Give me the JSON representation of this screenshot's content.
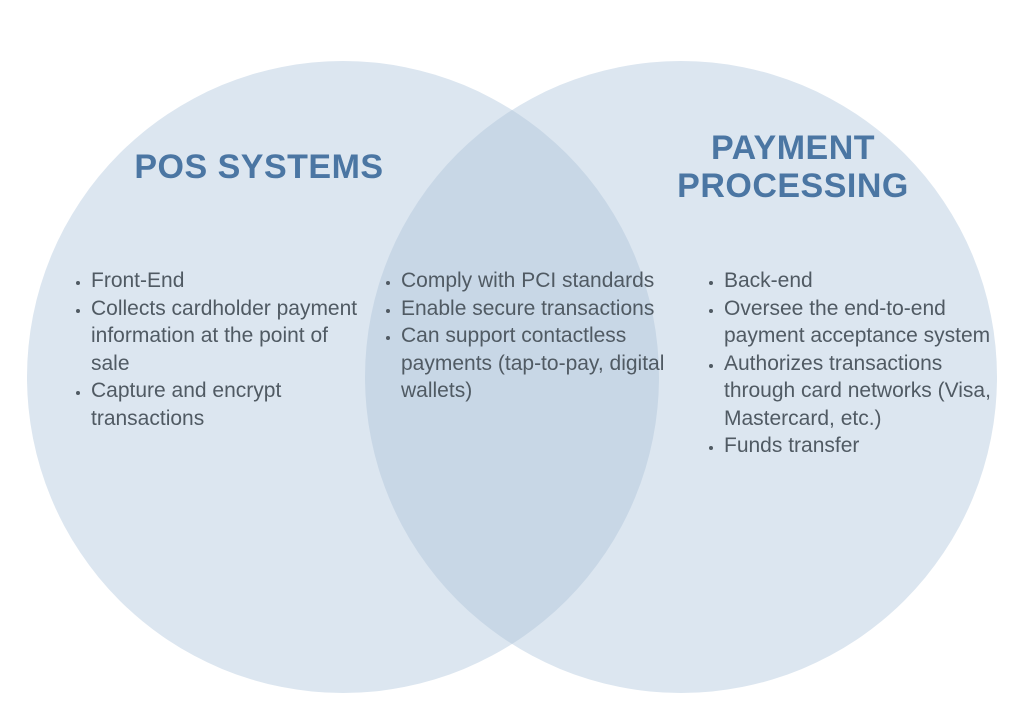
{
  "colors": {
    "circle_fill": "#dce6f0",
    "overlap_fill": "#c8d7e6",
    "title_color": "#4b76a3",
    "text_color": "#505a63",
    "background": "#ffffff"
  },
  "left": {
    "title": "POS SYSTEMS",
    "items": [
      "Front-End",
      "Collects cardholder payment information at the point of sale",
      "Capture and encrypt transactions"
    ]
  },
  "center": {
    "items": [
      "Comply with PCI standards",
      "Enable secure transactions",
      "Can support contactless payments (tap-to-pay, digital wallets)"
    ]
  },
  "right": {
    "title_lines": [
      "PAYMENT",
      "PROCESSING"
    ],
    "items": [
      "Back-end",
      "Oversee the end-to-end payment acceptance system",
      "Authorizes transactions through card networks (Visa, Mastercard, etc.)",
      "Funds transfer"
    ]
  }
}
